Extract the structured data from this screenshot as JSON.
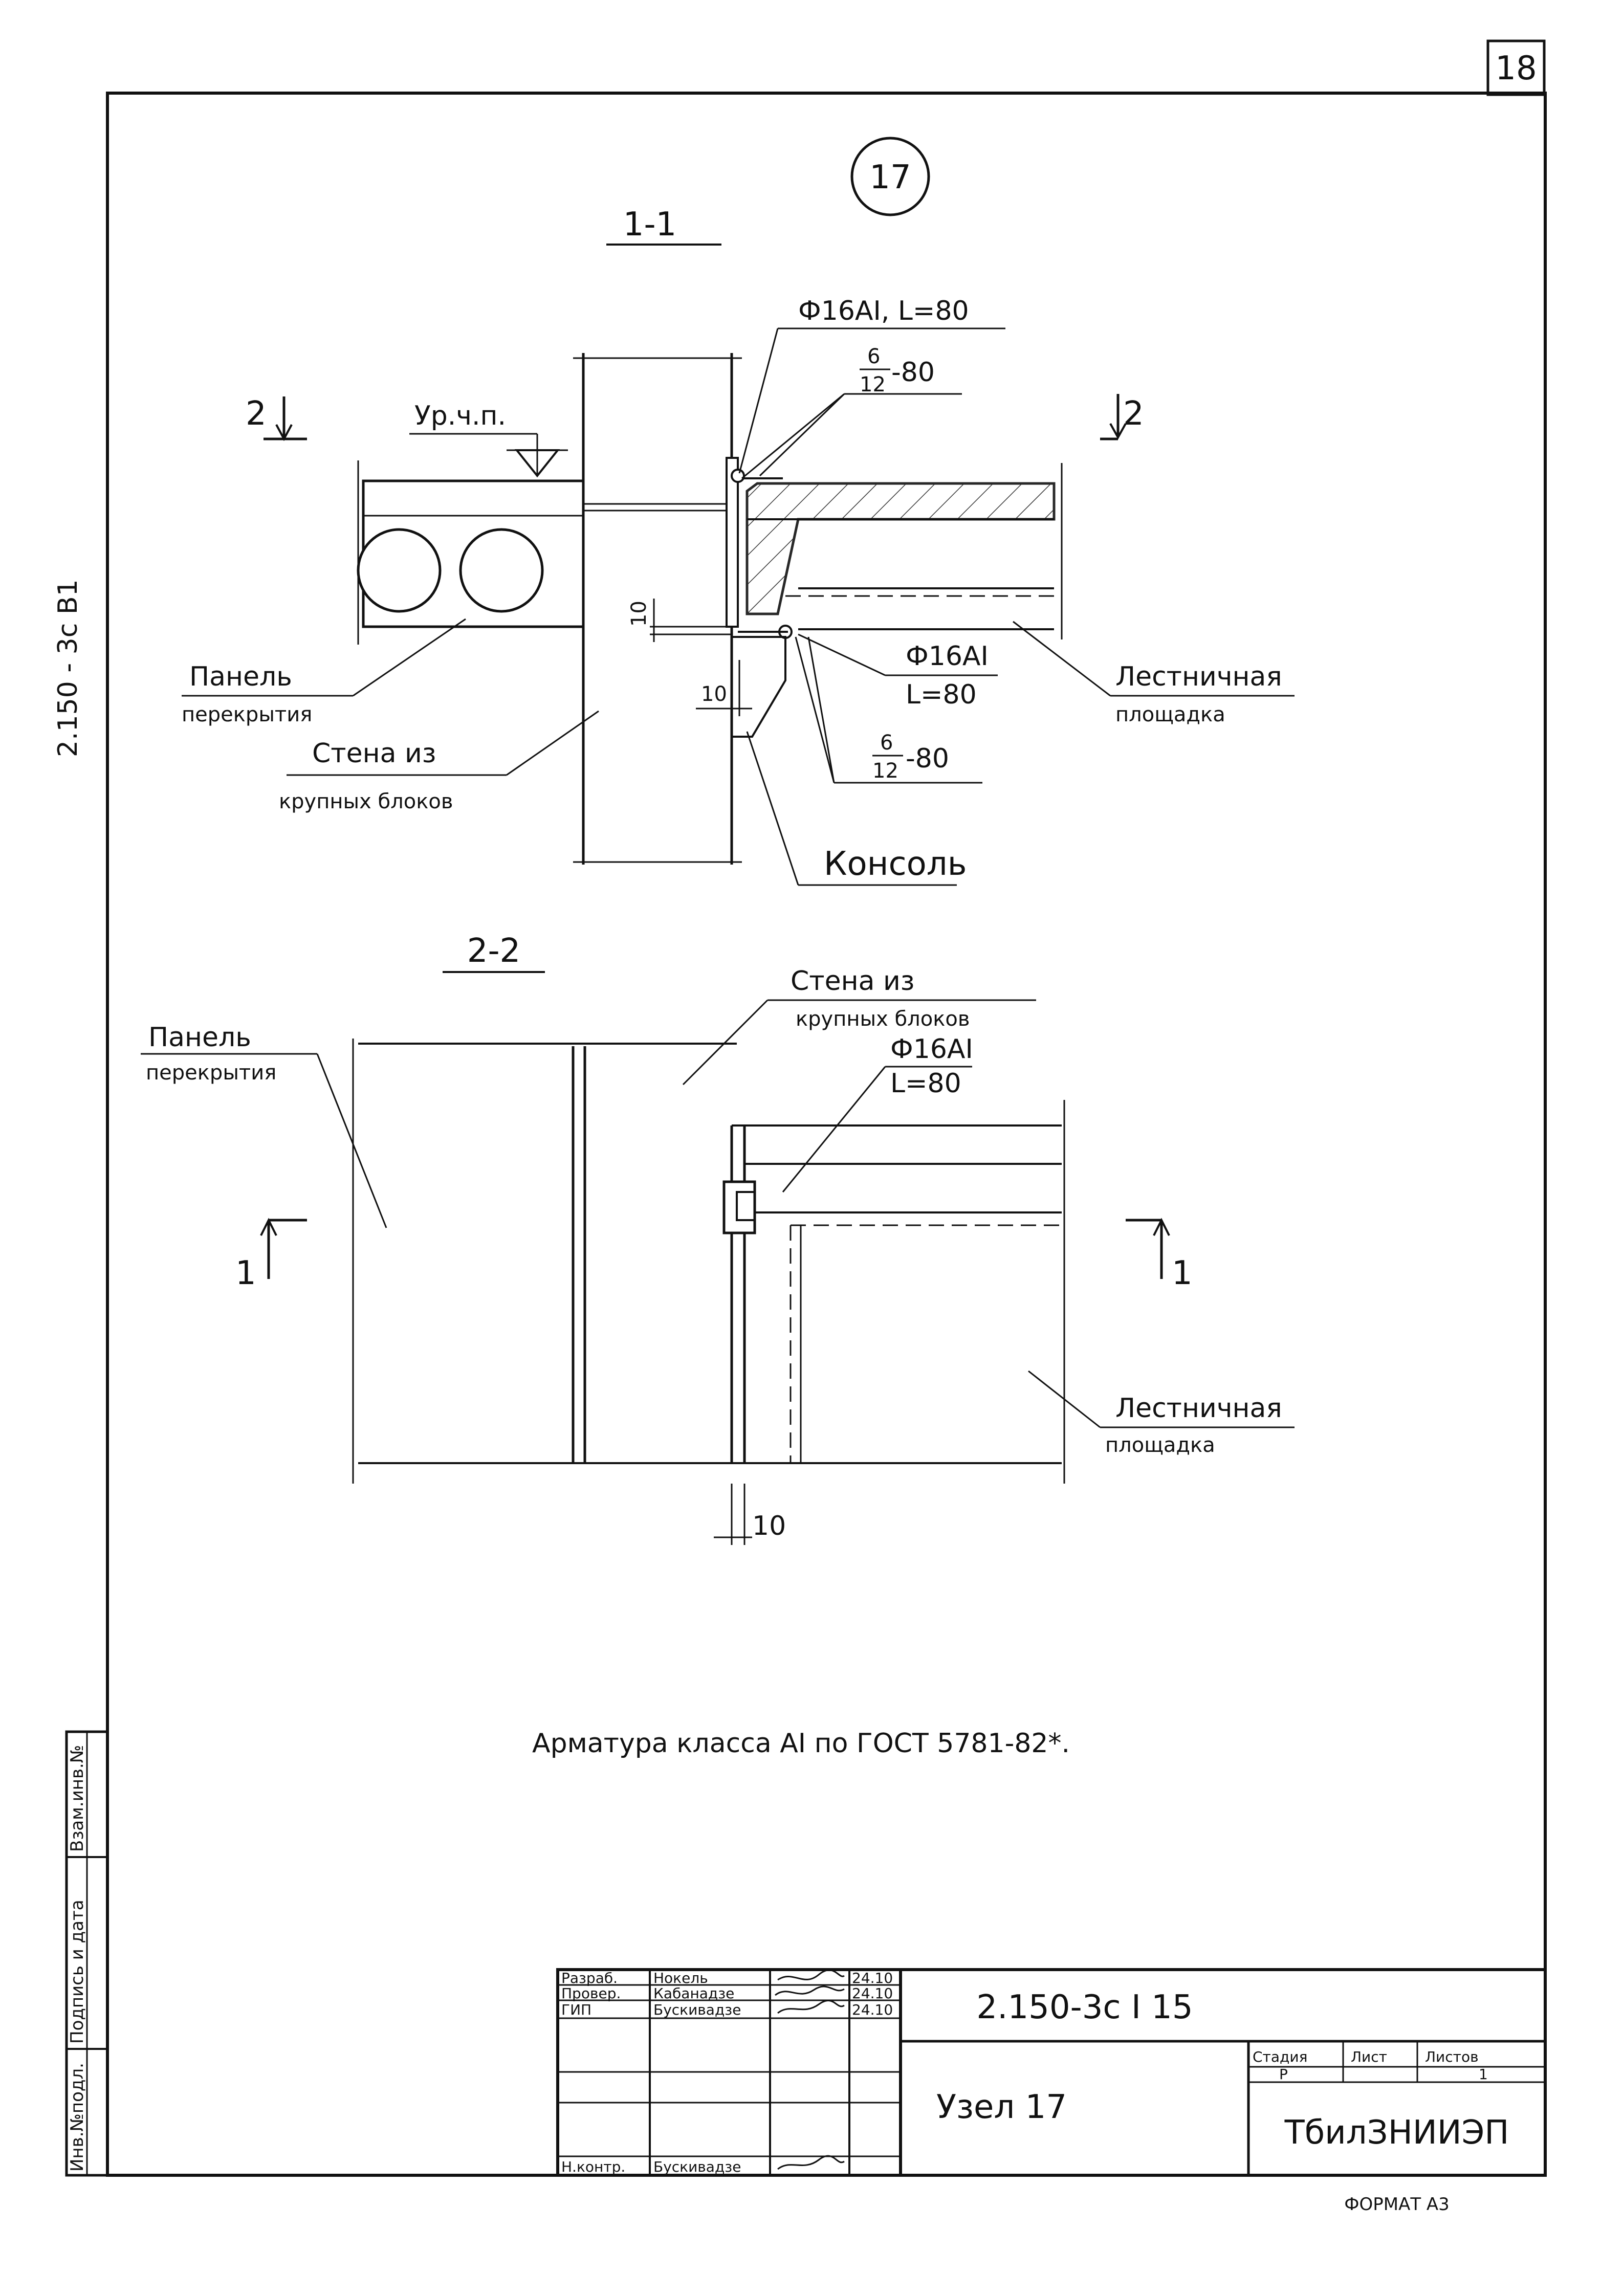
{
  "sheet": {
    "page_number": "18",
    "node_number": "17",
    "side_code": "2.150 - 3с В1",
    "format": "ФОРМАТ А3"
  },
  "section_1": {
    "title": "1-1",
    "level_mark": "Ур.ч.п.",
    "cut_left": "2",
    "cut_right": "2",
    "rebar_top": "Ф16АI, L=80",
    "weld_top_num": "6",
    "weld_top_den": "12",
    "weld_top_len": "-80",
    "rebar_bottom_1": "Ф16АI",
    "rebar_bottom_2": "L=80",
    "weld_bot_num": "6",
    "weld_bot_den": "12",
    "weld_bot_len": "-80",
    "dim_vertical": "10",
    "dim_horizontal": "10",
    "label_panel_1": "Панель",
    "label_panel_2": "перекрытия",
    "label_wall_1": "Стена из",
    "label_wall_2": "крупных блоков",
    "label_landing_1": "Лестничная",
    "label_landing_2": "площадка",
    "label_console": "Консоль"
  },
  "section_2": {
    "title": "2-2",
    "label_wall_1": "Стена из",
    "label_wall_2": "крупных блоков",
    "label_panel_1": "Панель",
    "label_panel_2": "перекрытия",
    "rebar_1": "Ф16АI",
    "rebar_2": "L=80",
    "cut_left": "1",
    "cut_right": "1",
    "label_landing_1": "Лестничная",
    "label_landing_2": "площадка",
    "dim": "10"
  },
  "note": "Арматура класса АI по ГОСТ 5781-82*.",
  "side_stamp": {
    "inv_no": "Инв.№подл.",
    "signature_date": "Подпись и дата",
    "replace_inv": "Взам.инв.№"
  },
  "title_block": {
    "rows": [
      {
        "role": "Разраб.",
        "name": "Нокель",
        "date": "24.10"
      },
      {
        "role": "Провер.",
        "name": "Кабанадзе",
        "date": "24.10"
      },
      {
        "role": "ГИП",
        "name": "Бускивадзе",
        "date": "24.10"
      },
      {
        "role": "",
        "name": "",
        "date": ""
      },
      {
        "role": "",
        "name": "",
        "date": ""
      },
      {
        "role": "Н.контр.",
        "name": "Бускивадзе",
        "date": ""
      }
    ],
    "document_code": "2.150-3с I 15",
    "sheet_name": "Узел 17",
    "stage_label": "Стадия",
    "sheet_label": "Лист",
    "sheets_label": "Листов",
    "stage_value": "Р",
    "sheet_value": "",
    "sheets_value": "1",
    "organization": "ТбилЗНИИЭП"
  }
}
